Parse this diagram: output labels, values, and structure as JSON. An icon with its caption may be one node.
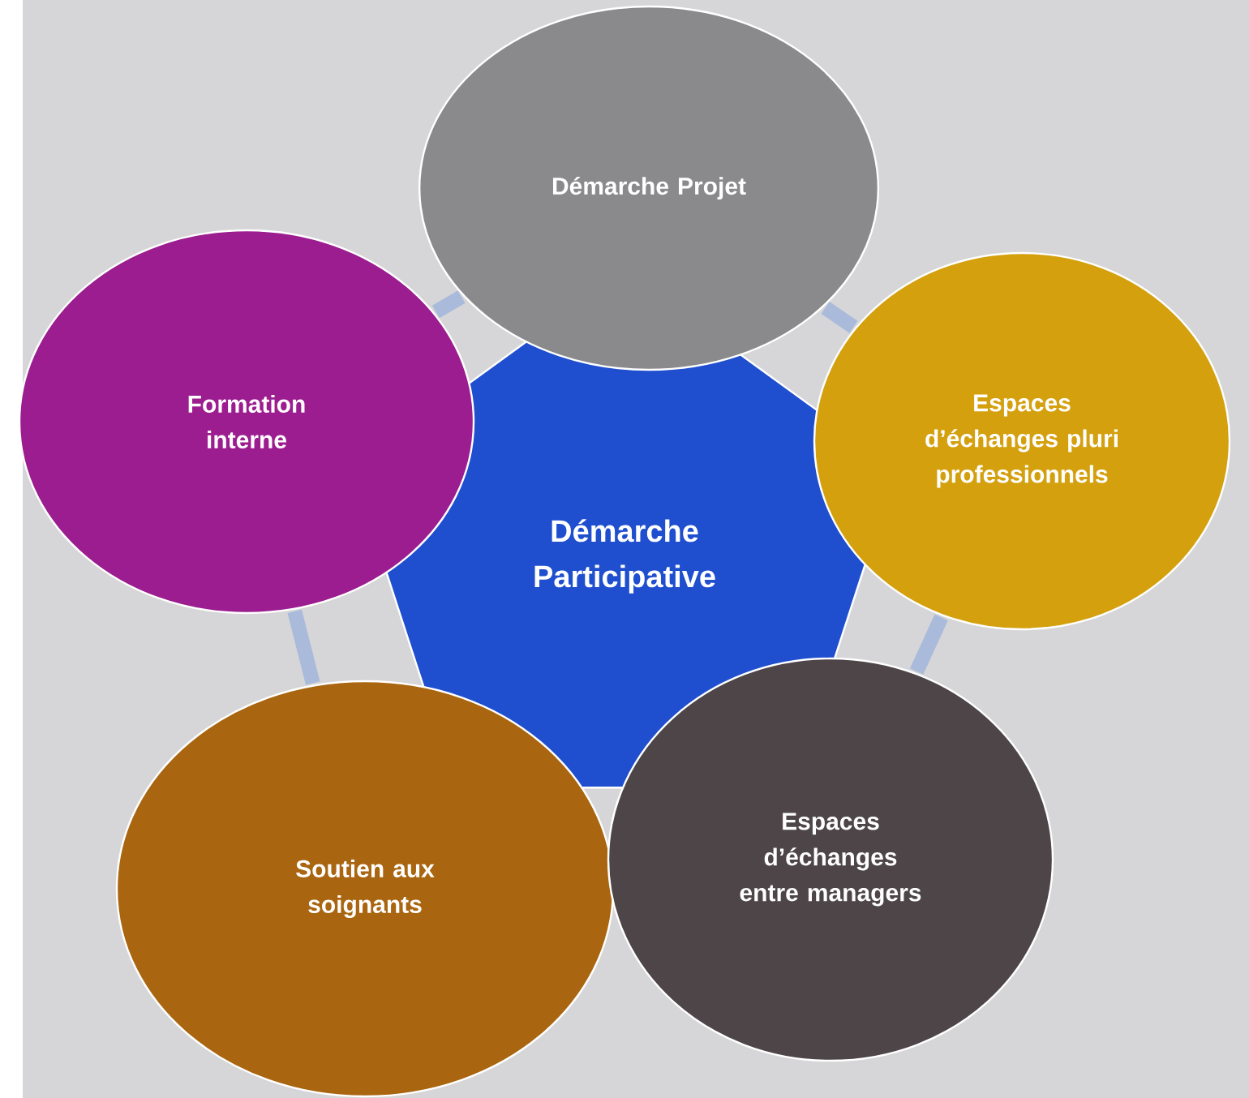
{
  "diagram": {
    "nodes": [
      {
        "text": [
          "Démarche Projet"
        ]
      },
      {
        "text": [
          "Formation interne"
        ]
      },
      {
        "text": [
          "Démarche Participative"
        ]
      },
      {
        "text": [
          "Espaces d’échanges pluri professionnels"
        ]
      },
      {
        "text": [
          "Soutien aux soignants"
        ]
      },
      {
        "text": [
          "Espaces d’échanges entre managers"
        ]
      }
    ],
    "edges": [
      {
        "from": 1,
        "to": 0,
        "arrow": "none"
      },
      {
        "from": 0,
        "to": 3,
        "arrow": "none"
      },
      {
        "from": 3,
        "to": 5,
        "arrow": "none"
      },
      {
        "from": 1,
        "to": 4,
        "arrow": "none"
      }
    ]
  }
}
